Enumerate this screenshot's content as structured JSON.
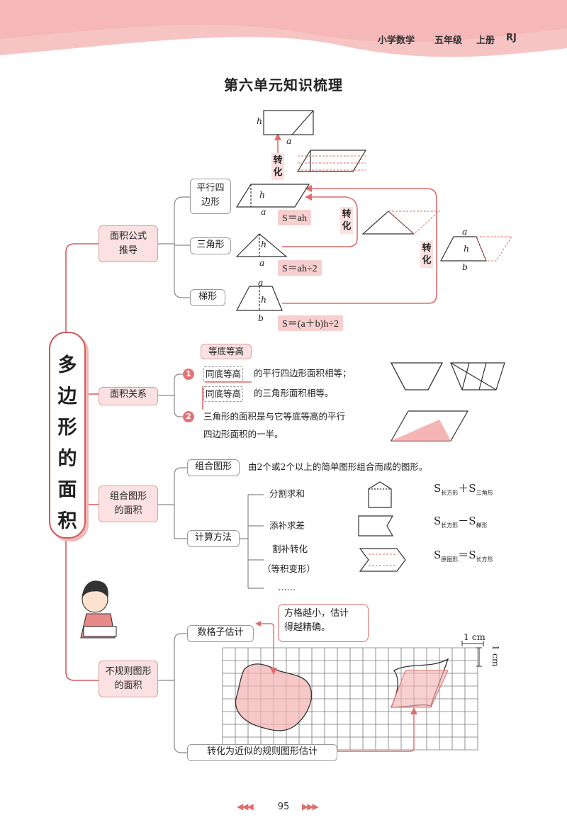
{
  "header": {
    "subject": "小学数学",
    "grade": "五年级",
    "volume": "上册",
    "edition": "RJ"
  },
  "page_title": "第六单元知识梳理",
  "main_topic": "多边形的面积",
  "sections": {
    "formula_derivation": {
      "label_line1": "面积公式",
      "label_line2": "推导",
      "parallelogram_line1": "平行四",
      "parallelogram_line2": "边形",
      "triangle": "三角形",
      "trapezoid": "梯形",
      "formula_parallelogram": "S＝ah",
      "formula_triangle": "S＝ah÷2",
      "formula_trapezoid": "S＝(a＋b)h÷2",
      "transform": "转化",
      "var_h": "h",
      "var_a": "a",
      "var_b": "b"
    },
    "area_relation": {
      "label": "面积关系",
      "equal_base_height": "等底等高",
      "n1": "1",
      "n2": "2",
      "same_base_height": "同底等高",
      "rule1a_rest": "的平行四边形面积相等；",
      "rule1b_rest": "的三角形面积相等。",
      "rule2_line1": "三角形的面积是与它等底等高的平行",
      "rule2_line2": "四边形面积的一半。"
    },
    "composite": {
      "label_line1": "组合图形",
      "label_line2": "的面积",
      "combined_shape": "组合图形",
      "definition": "由2个或2个以上的简单图形组合而成的图形。",
      "calc_method": "计算方法",
      "method1": "分割求和",
      "method2": "添补求差",
      "method3_line1": "割补转化",
      "method3_line2": "（等积变形）",
      "ellipsis": "……",
      "formula1_a": "S",
      "formula1_a_sub": "长方形",
      "formula1_op": "＋",
      "formula1_b": "S",
      "formula1_b_sub": "三角形",
      "formula2_a": "S",
      "formula2_a_sub": "长方形",
      "formula2_op": "－",
      "formula2_b": "S",
      "formula2_b_sub": "梯形",
      "formula3_a": "S",
      "formula3_a_sub": "原图形",
      "formula3_op": "＝",
      "formula3_b": "S",
      "formula3_b_sub": "长方形"
    },
    "irregular": {
      "label_line1": "不规则图形",
      "label_line2": "的面积",
      "count_grid": "数格子估计",
      "tip_line1": "方格越小，估计",
      "tip_line2": "得越精确。",
      "approx": "转化为近似的规则图形估计",
      "unit_h": "1 cm",
      "unit_v": "1 cm"
    }
  },
  "footer": {
    "page_number": "95",
    "left_arrows": "◀◀◀",
    "right_arrows": "▶▶▶"
  },
  "colors": {
    "accent": "#e06c6c",
    "pink_fill": "#fbe1e1",
    "line": "#d35b5b",
    "banner": "#f5b9b9"
  }
}
